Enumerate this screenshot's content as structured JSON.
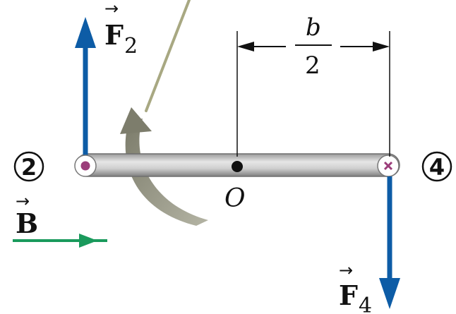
{
  "labels": {
    "force_2": {
      "symbol": "F",
      "subscript": "2"
    },
    "force_4": {
      "symbol": "F",
      "subscript": "4"
    },
    "field": {
      "symbol": "B"
    },
    "center": "O",
    "distance": {
      "numerator": "b",
      "denominator": "2"
    },
    "side_2": "2",
    "side_4": "4"
  },
  "colors": {
    "force_arrow": "#0d5ca6",
    "field_arrow": "#1a9a5c",
    "rotation_arrow": "#8f8f7f",
    "edge_line": "#a8a882",
    "current_marker": "#9b3d7a"
  },
  "current_markers": {
    "left": "dot (out of page)",
    "right": "cross (into page)"
  }
}
